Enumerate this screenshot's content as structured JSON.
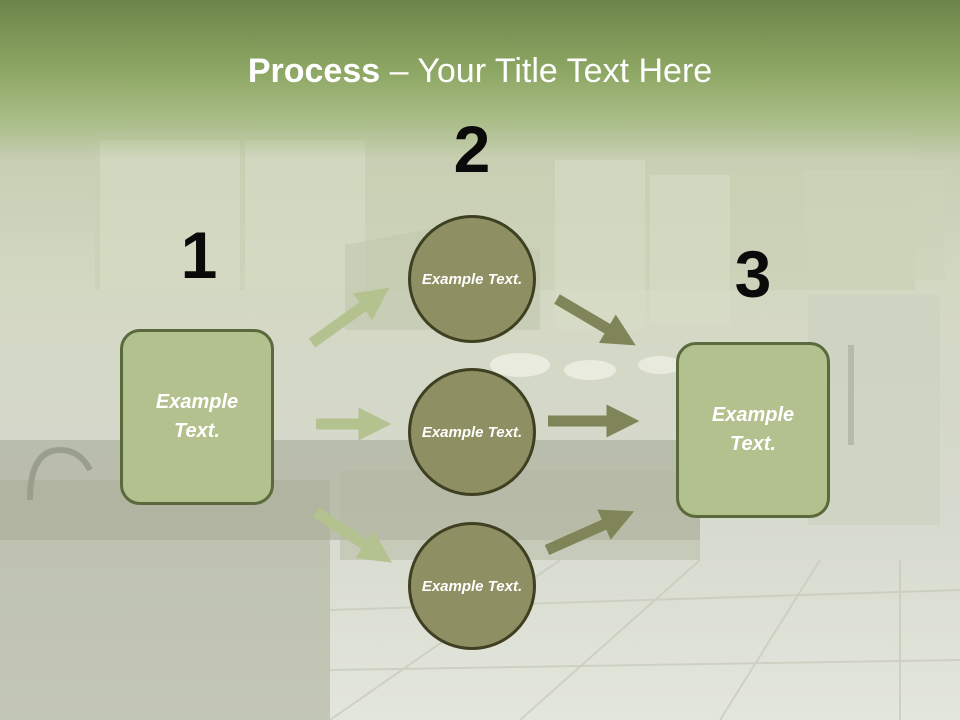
{
  "title": {
    "bold": "Process",
    "rest": " – Your Title Text Here"
  },
  "steps": {
    "one": {
      "number": "1",
      "text": "Example Text."
    },
    "two": {
      "number": "2",
      "items": [
        "Example Text.",
        "Example Text.",
        "Example Text."
      ]
    },
    "three": {
      "number": "3",
      "text": "Example Text."
    }
  },
  "colors": {
    "header": "#8ea764",
    "box_fill": "#b2c18e",
    "circle_fill": "#8e8f62",
    "arrow_light": "#b3c28f",
    "arrow_dark": "#808559"
  }
}
